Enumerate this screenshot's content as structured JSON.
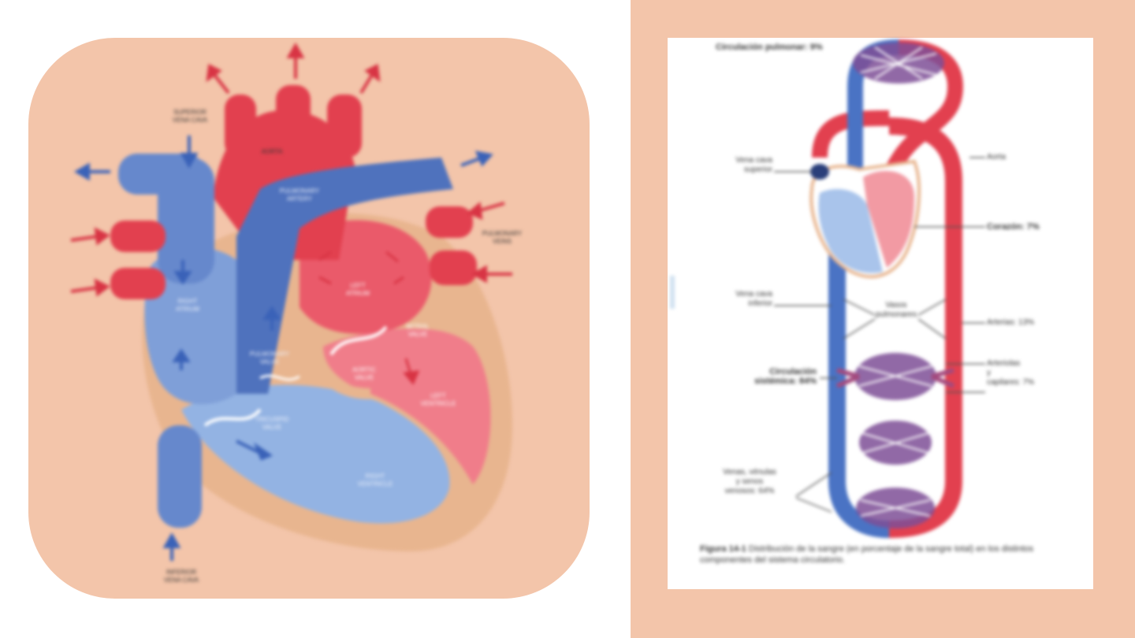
{
  "heart_diagram": {
    "labels": {
      "svc": "SUPERIOR\nVENA CAVA",
      "aorta": "AORTA",
      "pulmonary_artery": "PULMONARY\nARTERY",
      "pulmonary_veins": "PULMONARY\nVEINS",
      "left_atrium": "LEFT\nATRIUM",
      "right_atrium": "RIGHT\nATRIUM",
      "mitral_valve": "MITRAL\nVALVE",
      "aortic_valve": "AORTIC\nVALVE",
      "pulmonary_valve": "PULMONARY\nVALVE",
      "tricuspid_valve": "TRICUSPID\nVALVE",
      "left_ventricle": "LEFT\nVENTRICLE",
      "right_ventricle": "RIGHT\nVENTRICLE",
      "ivc": "INFERIOR\nVENA CAVA"
    },
    "colors": {
      "oxygenated": "#e2404f",
      "deoxygenated": "#5b82cc",
      "panel": "#f3c5aa"
    }
  },
  "circulation_diagram": {
    "title": "Circulación pulmonar: 9%",
    "labels": {
      "vena_cava_superior": "Vena cava\nsuperior",
      "aorta": "Aorta",
      "corazon": "Corazón: 7%",
      "vena_cava_inferior": "Vena cava\ninferior",
      "vasos_pulmonares": "Vasos\npulmonares",
      "arterias": "Arterias: 13%",
      "circulacion_sistemica": "Circulación\nsistémica: 84%",
      "arteriolas": "Arteriolas\ny\ncapilares: 7%",
      "venas": "Venas, vénulas\ny senos\nvenosos: 64%"
    },
    "caption_bold": "Figura 14-1",
    "caption": "Distribución de la sangre (en porcentaje de la sangre total) en los distintos componentes del sistema circulatorio."
  }
}
